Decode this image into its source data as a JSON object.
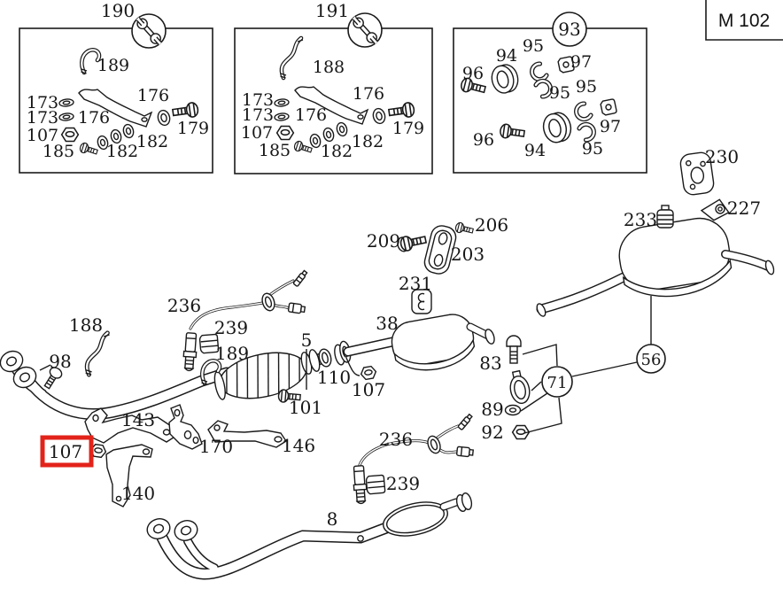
{
  "corner_tag": "M 102",
  "highlight_color": "#e2231a",
  "inset_boxes": {
    "b190": {
      "id": "190",
      "icon": "wrench-icon",
      "parts": [
        "189",
        "176",
        "173",
        "173",
        "176",
        "107",
        "185",
        "182",
        "182",
        "179"
      ]
    },
    "b191": {
      "id": "191",
      "icon": "wrench-icon",
      "parts": [
        "188",
        "176",
        "173",
        "173",
        "176",
        "107",
        "185",
        "182",
        "182",
        "179"
      ]
    },
    "b93": {
      "id": "93",
      "parts": [
        "94",
        "95",
        "97",
        "96",
        "95",
        "95",
        "96",
        "94",
        "97",
        "95"
      ]
    }
  },
  "main_labels": {
    "l209": "209",
    "l206": "206",
    "l203": "203",
    "l231": "231",
    "l236a": "236",
    "l239a": "239",
    "l189": "189",
    "l188": "188",
    "l98": "98",
    "l107red": "107",
    "l143": "143",
    "l170": "170",
    "l146": "146",
    "l140": "140",
    "l5": "5",
    "l38": "38",
    "l110": "110",
    "l101": "101",
    "l107b": "107",
    "l83": "83",
    "l89": "89",
    "l92": "92",
    "c71": "71",
    "c56": "56",
    "l233": "233",
    "l230": "230",
    "l227": "227",
    "l236b": "236",
    "l239b": "239",
    "l8": "8"
  },
  "highlighted_part": "107"
}
